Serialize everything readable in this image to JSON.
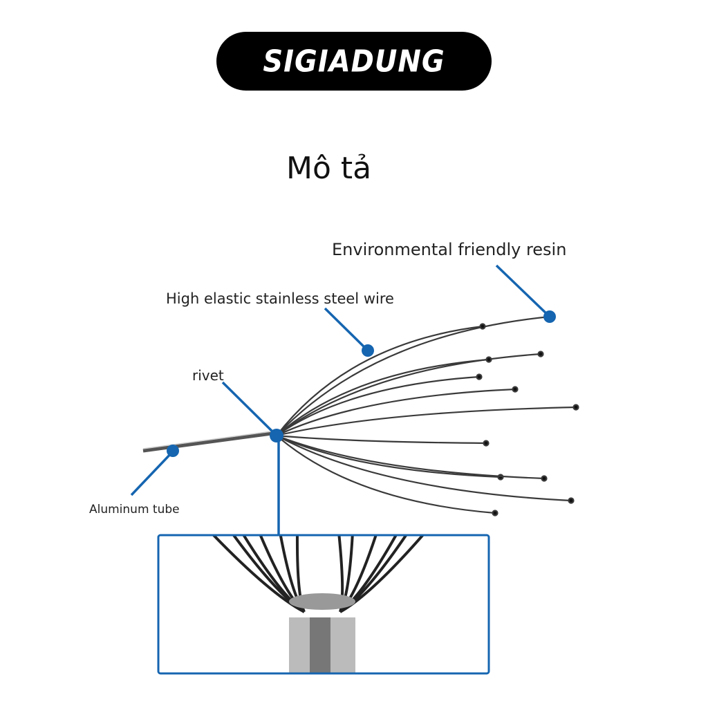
{
  "brand": {
    "logo_text": "SIGIADUNG"
  },
  "title": "Mô tả",
  "labels": {
    "resin": "Environmental friendly resin",
    "wire": "High elastic stainless steel wire",
    "rivet": "rivet",
    "tube": "Aluminum tube"
  },
  "colors": {
    "accent": "#1565b0",
    "wire": "#333333"
  }
}
